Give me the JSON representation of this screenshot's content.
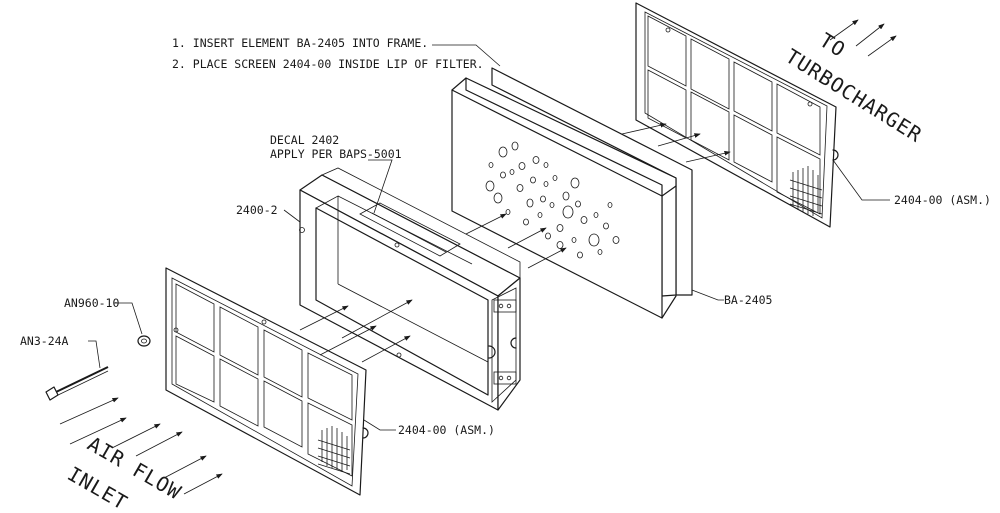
{
  "notes": {
    "line1": "1. INSERT ELEMENT BA-2405 INTO FRAME.",
    "line2": "2. PLACE SCREEN 2404-00 INSIDE LIP OF FILTER."
  },
  "labels": {
    "decal_line1": "DECAL 2402",
    "decal_line2": "APPLY PER BAPS-5001",
    "frame": "2400-2",
    "element": "BA-2405",
    "screen_top": "2404-00 (ASM.)",
    "screen_bottom": "2404-00 (ASM.)",
    "washer": "AN960-10",
    "bolt": "AN3-24A"
  },
  "flow": {
    "outlet_line1": "TO",
    "outlet_line2": "TURBOCHARGER",
    "inlet_line1": "AIR FLOW",
    "inlet_line2": "INLET"
  }
}
